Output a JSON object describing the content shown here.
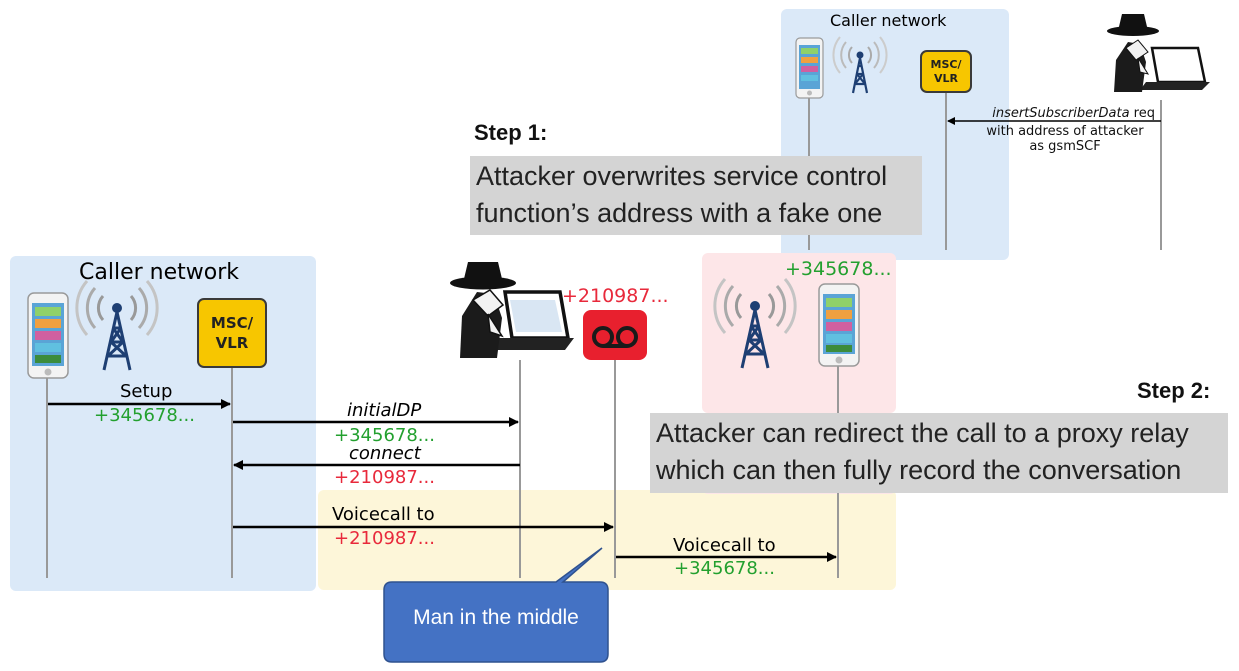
{
  "step1": {
    "title": "Step 1:",
    "line1": "Attacker overwrites service control",
    "line2": "function’s address with a fake one"
  },
  "step2": {
    "title": "Step 2:",
    "line1": "Attacker can redirect the call to a proxy relay",
    "line2": "which can then fully record the conversation"
  },
  "top_network": {
    "title": "Caller network",
    "msc_line1": "MSC/",
    "msc_line2": "VLR",
    "message_op": "insertSubscriberData",
    "message_suffix": " req",
    "message_line2": "with address of attacker",
    "message_line3": "as gsmSCF"
  },
  "bottom_network": {
    "title": "Caller network",
    "msc_line1": "MSC/",
    "msc_line2": "VLR"
  },
  "messages": {
    "setup": "Setup",
    "setup_number": "+345678...",
    "initialdp": "initialDP",
    "initialdp_number": "+345678...",
    "connect": "connect",
    "connect_number": "+210987...",
    "voicecall1": "Voicecall to",
    "voicecall1_number": "+210987...",
    "voicecall2": "Voicecall to",
    "voicecall2_number": "+345678..."
  },
  "relay_number": "+210987...",
  "callee_number": "+345678...",
  "callout": "Man in the middle",
  "colors": {
    "network_panel": "#dbe9f8",
    "callee_panel": "#fde6e8",
    "mitm_panel": "#fdf6d9",
    "msc_fill": "#f7c600",
    "green_number": "#23a02f",
    "red_number": "#e8293b",
    "callout_fill": "#4472c4",
    "step_box": "#d4d4d4"
  }
}
